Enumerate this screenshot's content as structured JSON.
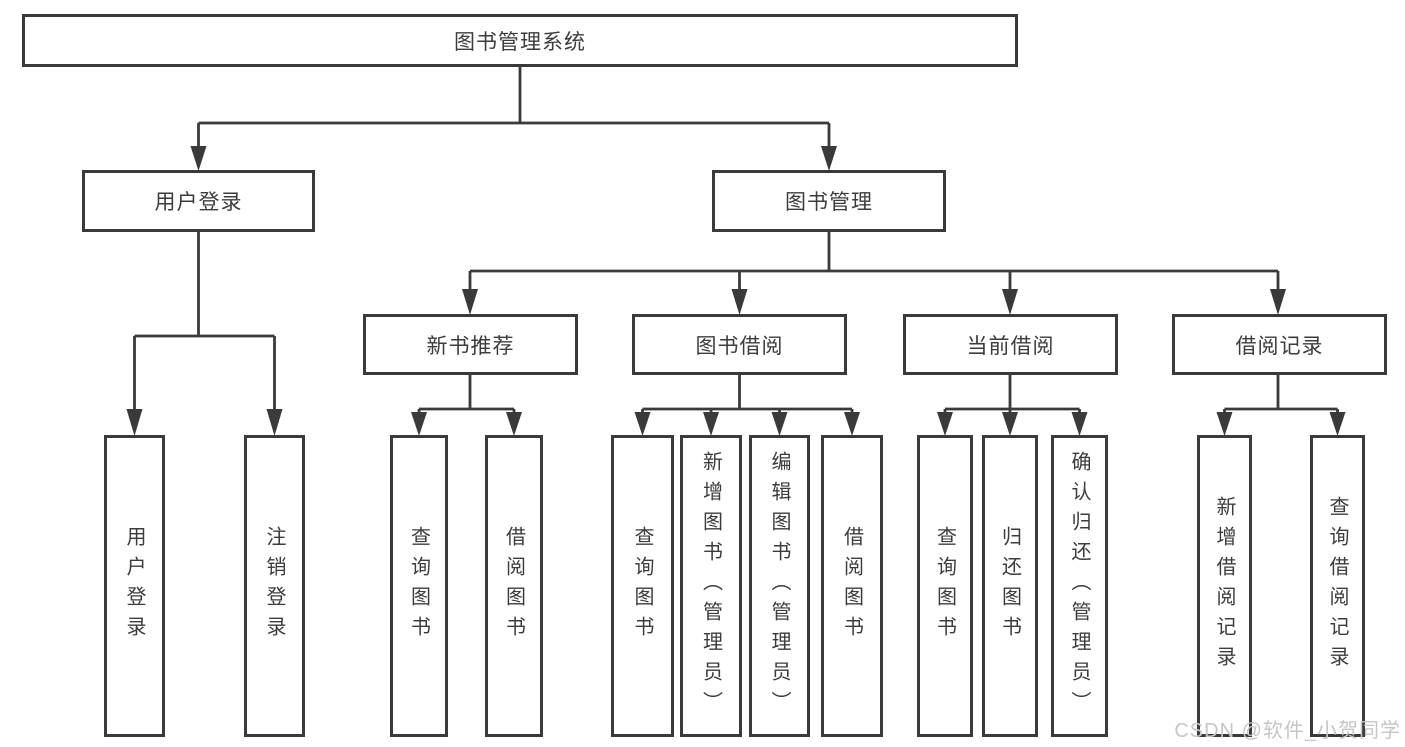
{
  "diagram": {
    "root": {
      "label": "图书管理系统"
    },
    "branches": [
      {
        "label": "用户登录",
        "children": [
          {
            "label": "用户登录"
          },
          {
            "label": "注销登录"
          }
        ]
      },
      {
        "label": "图书管理",
        "children": [
          {
            "label": "新书推荐",
            "children": [
              {
                "label": "查询图书"
              },
              {
                "label": "借阅图书"
              }
            ]
          },
          {
            "label": "图书借阅",
            "children": [
              {
                "label": "查询图书"
              },
              {
                "label": "新增图书（管理员）"
              },
              {
                "label": "编辑图书（管理员）"
              },
              {
                "label": "借阅图书"
              }
            ]
          },
          {
            "label": "当前借阅",
            "children": [
              {
                "label": "查询图书"
              },
              {
                "label": "归还图书"
              },
              {
                "label": "确认归还（管理员）"
              }
            ]
          },
          {
            "label": "借阅记录",
            "children": [
              {
                "label": "新增借阅记录"
              },
              {
                "label": "查询借阅记录"
              }
            ]
          }
        ]
      }
    ]
  },
  "watermark": "CSDN @软件_小贺同学",
  "colors": {
    "line": "#3a3a3a",
    "text": "#3c3c3c",
    "watermark": "#c6c6c6",
    "background": "#ffffff"
  }
}
